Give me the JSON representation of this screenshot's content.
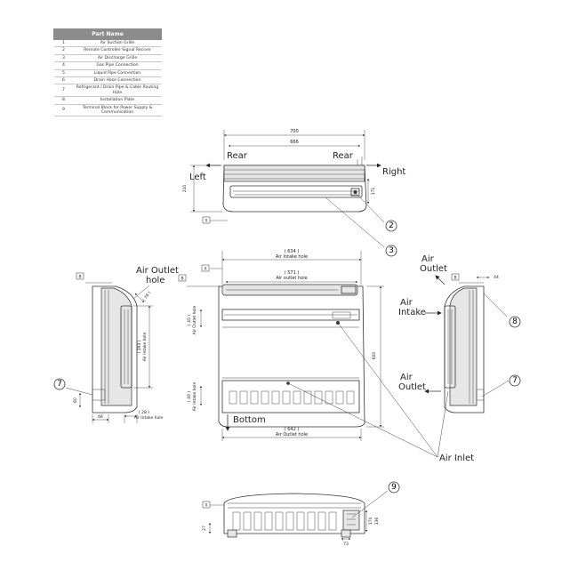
{
  "parts_table": {
    "header": "Part Name",
    "rows": [
      {
        "num": "1",
        "name": "Air Suction Grille"
      },
      {
        "num": "2",
        "name": "Remote Controller Signal Reciver"
      },
      {
        "num": "3",
        "name": "Air Discharge Grille"
      },
      {
        "num": "4",
        "name": "Gas Pipe Connection"
      },
      {
        "num": "5",
        "name": "Liquid Pipe Connection"
      },
      {
        "num": "6",
        "name": "Drain Hose Connection"
      },
      {
        "num": "7",
        "name": "Refrigerant / Drain Pipe & Cable Routing Hole"
      },
      {
        "num": "8",
        "name": "Installation Plate"
      },
      {
        "num": "9",
        "name": "Terminal Block for Power Supply & Communication"
      }
    ]
  },
  "top_view": {
    "dim_total": "700",
    "dim_inner": "666",
    "dim_height": "210",
    "dim_right": "171",
    "rear_left": "Rear",
    "rear_right": "Rear",
    "left": "Left",
    "right": "Right",
    "marker_x": "X"
  },
  "front_view": {
    "intake_width": "( 634 )",
    "intake_label": "Air Intake hole",
    "outlet_width": "( 571 )",
    "outlet_label": "Air outlet hole",
    "dim_upper": "( 45 )",
    "dim_upper_label": "Air Outlet hole",
    "dim_lower": "( 49 )",
    "dim_lower_label": "Air Intake hole",
    "height": "600",
    "bottom_label": "Bottom",
    "bottom_width": "( 642 )",
    "bottom_width_label": "Air Outlet hole",
    "marker_x": "X",
    "marker_b": "B"
  },
  "left_view": {
    "air_outlet_hole": "Air Outlet",
    "air_outlet_hole_2": "hole",
    "dim_slot": "( 393 )",
    "dim_slot_label": "Air Intake hole",
    "dim_angle": "( 78 )",
    "dim_bottom": "( 28 )",
    "dim_bottom_label": "Air Intake hole",
    "dim_b1": "60",
    "dim_b2": "66",
    "marker_b": "B"
  },
  "right_view": {
    "air_outlet": "Air",
    "air_outlet_2": "Outlet",
    "air_intake": "Air",
    "air_intake_2": "Intake",
    "air_outlet_low": "Air",
    "air_outlet_low_2": "Outlet",
    "dim_top": "44",
    "marker_b": "B"
  },
  "air_inlet": "Air Inlet",
  "bottom_view": {
    "dim_left": "27",
    "dim_right1": "174",
    "dim_right2": "136",
    "dim_bottom": "73",
    "marker_x": "X"
  },
  "callouts": [
    "2",
    "3",
    "7",
    "8",
    "7",
    "9"
  ]
}
